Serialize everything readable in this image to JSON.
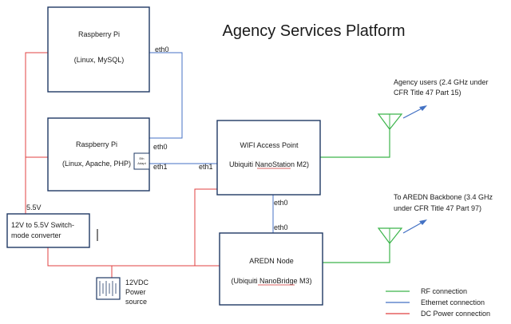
{
  "title": "Agency Services Platform",
  "pi1": {
    "name": "Raspberry Pi",
    "sub": "(Linux, MySQL)",
    "port": "eth0"
  },
  "pi2": {
    "name": "Raspberry Pi",
    "sub": "(Linux, Apache, PHP)",
    "port0": "eth0",
    "port1": "eth1",
    "adapter_line1": "Eth",
    "adapter_line2": "Adapt"
  },
  "ap": {
    "name": "WIFI Access Point",
    "model": "Ubiquiti NanoStation M2)",
    "port_left": "eth1",
    "port_bottom": "eth0"
  },
  "node": {
    "name": "AREDN Node",
    "model": "(Ubiquiti NanoBridge M3)",
    "port_top": "eth0"
  },
  "converter": {
    "line1": "12V to 5.5V Switch-",
    "line2": "mode converter",
    "voltage": "5.5V"
  },
  "power": {
    "line1": "12VDC",
    "line2": "Power",
    "line3": "source"
  },
  "antenna_top": {
    "line1": "Agency users (2.4 GHz under",
    "line2": "CFR Title 47 Part 15)"
  },
  "antenna_bottom": {
    "line1": "To AREDN Backbone (3.4 GHz",
    "line2": "under CFR Title 47 Part 97)"
  },
  "legend": {
    "rf": "RF connection",
    "eth": "Ethernet connection",
    "dc": "DC Power connection",
    "colors": {
      "rf": "#3cb44b",
      "eth": "#4472c4",
      "dc": "#e04040"
    }
  }
}
